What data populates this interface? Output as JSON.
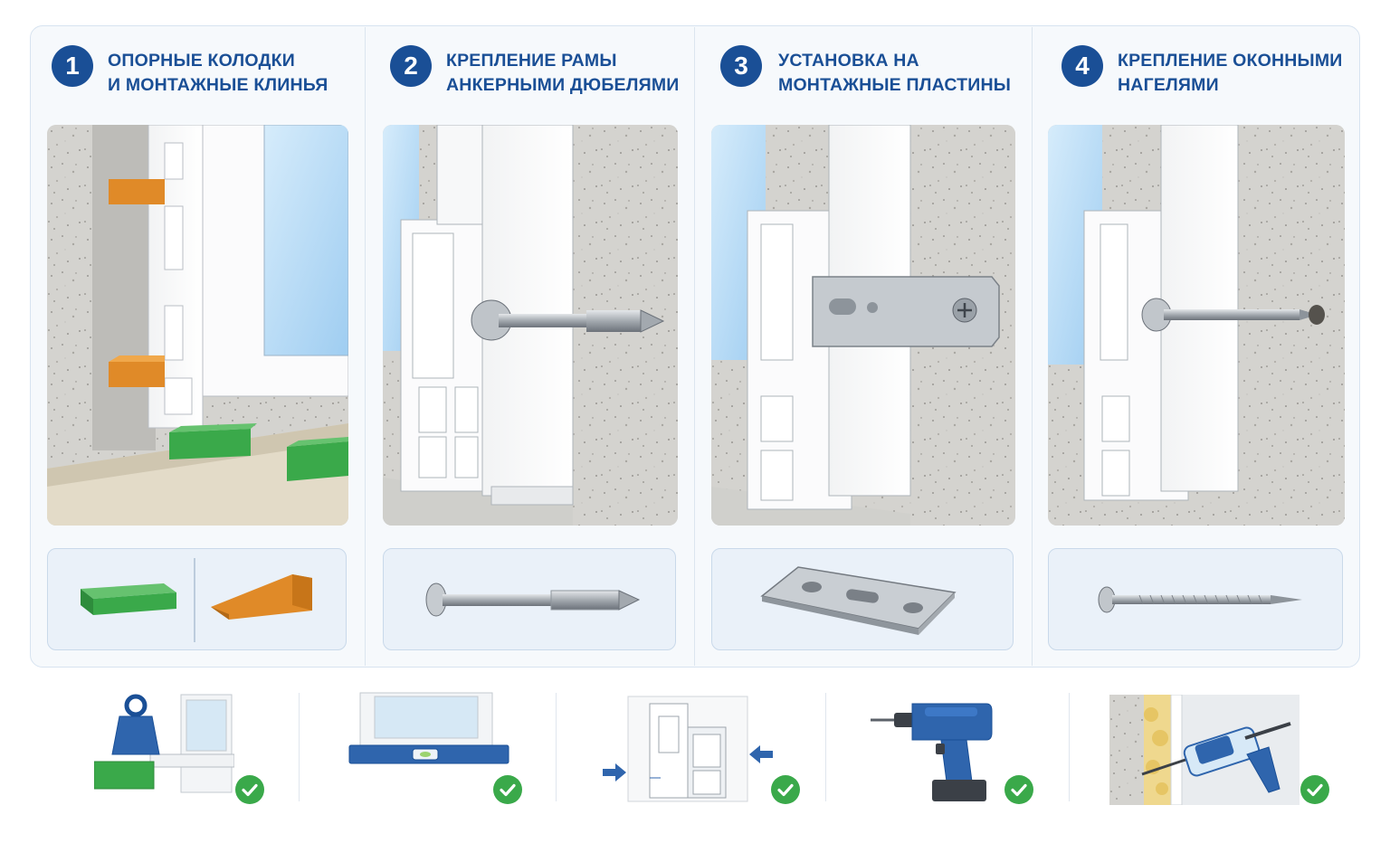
{
  "steps": [
    {
      "number": "1",
      "title_line1": "ОПОРНЫЕ КОЛОДКИ",
      "title_line2": "И МОНТАЖНЫЕ КЛИНЬЯ",
      "scene_icon": "window-on-blocks-and-wedges",
      "items": [
        "support-block-icon",
        "mounting-wedge-icon"
      ]
    },
    {
      "number": "2",
      "title_line1": "КРЕПЛЕНИЕ РАМЫ",
      "title_line2": "АНКЕРНЫМИ ДЮБЕЛЯМИ",
      "scene_icon": "frame-anchor-dowel",
      "items": [
        "anchor-dowel-icon"
      ]
    },
    {
      "number": "3",
      "title_line1": "УСТАНОВКА НА",
      "title_line2": "МОНТАЖНЫЕ ПЛАСТИНЫ",
      "scene_icon": "frame-mounting-plate",
      "items": [
        "mounting-plate-icon"
      ]
    },
    {
      "number": "4",
      "title_line1": "КРЕПЛЕНИЕ ОКОННЫМИ",
      "title_line2": "НАГЕЛЯМИ",
      "scene_icon": "frame-window-screw",
      "items": [
        "window-screw-icon"
      ]
    }
  ],
  "checklist": [
    {
      "icon": "weight-on-block-icon",
      "status": "check-icon"
    },
    {
      "icon": "spirit-level-icon",
      "status": "check-icon"
    },
    {
      "icon": "frame-gap-arrows-icon",
      "status": "check-icon"
    },
    {
      "icon": "cordless-drill-icon",
      "status": "check-icon"
    },
    {
      "icon": "foam-gun-icon",
      "status": "check-icon"
    }
  ],
  "colors": {
    "accent": "#1a4f96",
    "check": "#3aa94a",
    "block_green": "#3aa94a",
    "wedge_orange": "#e08a28",
    "concrete": "#d3d2cf"
  }
}
